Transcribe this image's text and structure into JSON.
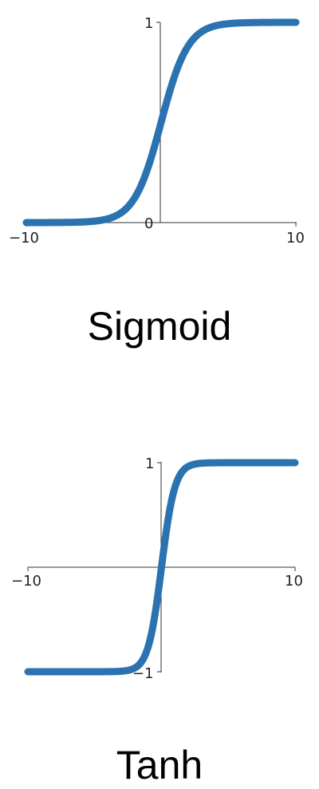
{
  "chart_data": [
    {
      "type": "line",
      "title": "Sigmoid",
      "function": "sigmoid",
      "xlim": [
        -10,
        10
      ],
      "ylim": [
        0,
        1
      ],
      "x_ticks": [
        "−10",
        "10"
      ],
      "y_ticks": [
        "0",
        "1"
      ],
      "x": [
        -10,
        -8,
        -6,
        -4,
        -2,
        0,
        2,
        4,
        6,
        8,
        10
      ],
      "y": [
        5e-05,
        0.0003,
        0.0025,
        0.018,
        0.119,
        0.5,
        0.881,
        0.982,
        0.9975,
        0.9997,
        0.99995
      ],
      "line_color": "#2a73b0",
      "grid": false
    },
    {
      "type": "line",
      "title": "Tanh",
      "function": "tanh",
      "xlim": [
        -10,
        10
      ],
      "ylim": [
        -1,
        1
      ],
      "x_ticks": [
        "−10",
        "10"
      ],
      "y_ticks": [
        "−1",
        "1"
      ],
      "x": [
        -10,
        -4,
        -3,
        -2,
        -1,
        0,
        1,
        2,
        3,
        4,
        10
      ],
      "y": [
        -1,
        -0.9993,
        -0.995,
        -0.964,
        -0.762,
        0,
        0.762,
        0.964,
        0.995,
        0.9993,
        1
      ],
      "line_color": "#2a73b0",
      "grid": false
    }
  ]
}
